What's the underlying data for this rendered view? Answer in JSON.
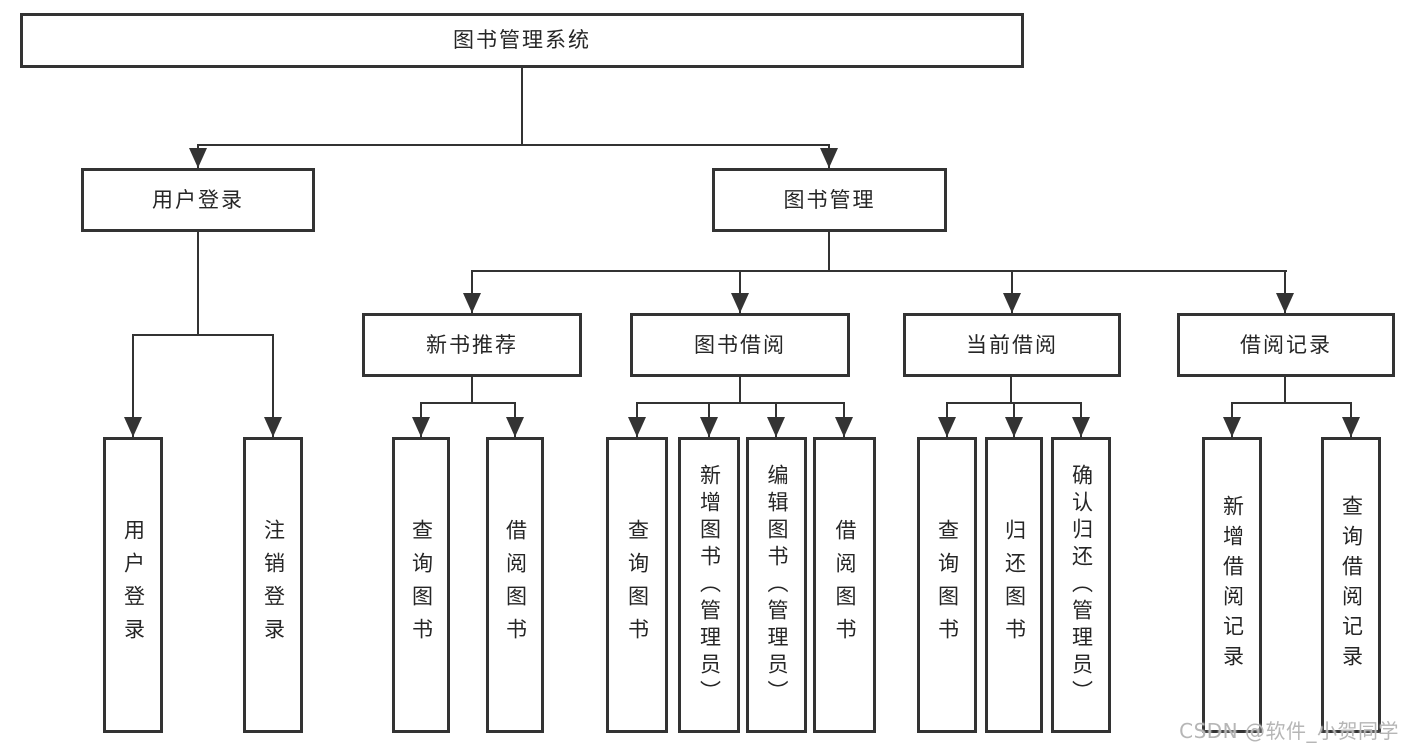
{
  "tree": {
    "root": {
      "label": "图书管理系统"
    },
    "level2": [
      {
        "label": "用户登录",
        "children": [
          {
            "label": "用户登录"
          },
          {
            "label": "注销登录"
          }
        ]
      },
      {
        "label": "图书管理",
        "children": [
          {
            "label": "新书推荐",
            "children": [
              {
                "label": "查询图书"
              },
              {
                "label": "借阅图书"
              }
            ]
          },
          {
            "label": "图书借阅",
            "children": [
              {
                "label": "查询图书"
              },
              {
                "label": "新增图书（管理员）"
              },
              {
                "label": "编辑图书（管理员）"
              },
              {
                "label": "借阅图书"
              }
            ]
          },
          {
            "label": "当前借阅",
            "children": [
              {
                "label": "查询图书"
              },
              {
                "label": "归还图书"
              },
              {
                "label": "确认归还（管理员）"
              }
            ]
          },
          {
            "label": "借阅记录",
            "children": [
              {
                "label": "新增借阅记录"
              },
              {
                "label": "查询借阅记录"
              }
            ]
          }
        ]
      }
    ]
  },
  "watermark": {
    "text": "CSDN @软件_小贺同学"
  },
  "colors": {
    "line": "#333333",
    "text": "#262626",
    "background": "#ffffff",
    "watermark": "#b6b6b6"
  }
}
